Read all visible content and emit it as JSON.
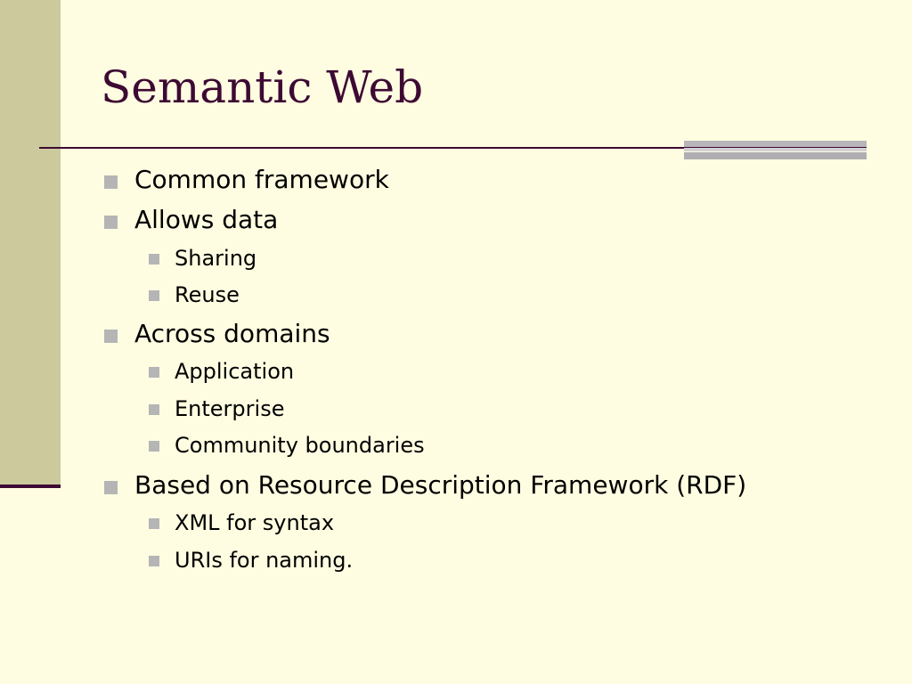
{
  "slide": {
    "title": "Semantic Web",
    "bullets": [
      {
        "level": 1,
        "text": "Common framework"
      },
      {
        "level": 1,
        "text": "Allows data"
      },
      {
        "level": 2,
        "text": "Sharing"
      },
      {
        "level": 2,
        "text": "Reuse"
      },
      {
        "level": 1,
        "text": "Across domains"
      },
      {
        "level": 2,
        "text": "Application"
      },
      {
        "level": 2,
        "text": "Enterprise"
      },
      {
        "level": 2,
        "text": "Community boundaries"
      },
      {
        "level": 1,
        "text": "Based on Resource Description Framework (RDF)"
      },
      {
        "level": 2,
        "text": "XML for syntax"
      },
      {
        "level": 2,
        "text": "URIs for naming."
      }
    ]
  },
  "theme": {
    "background": "#FFFDE1",
    "sidebar": "#CCCA9D",
    "title_color": "#3D0A33",
    "bullet_color": "#B5B5B5",
    "accent_gray": "#B8B6BB"
  }
}
